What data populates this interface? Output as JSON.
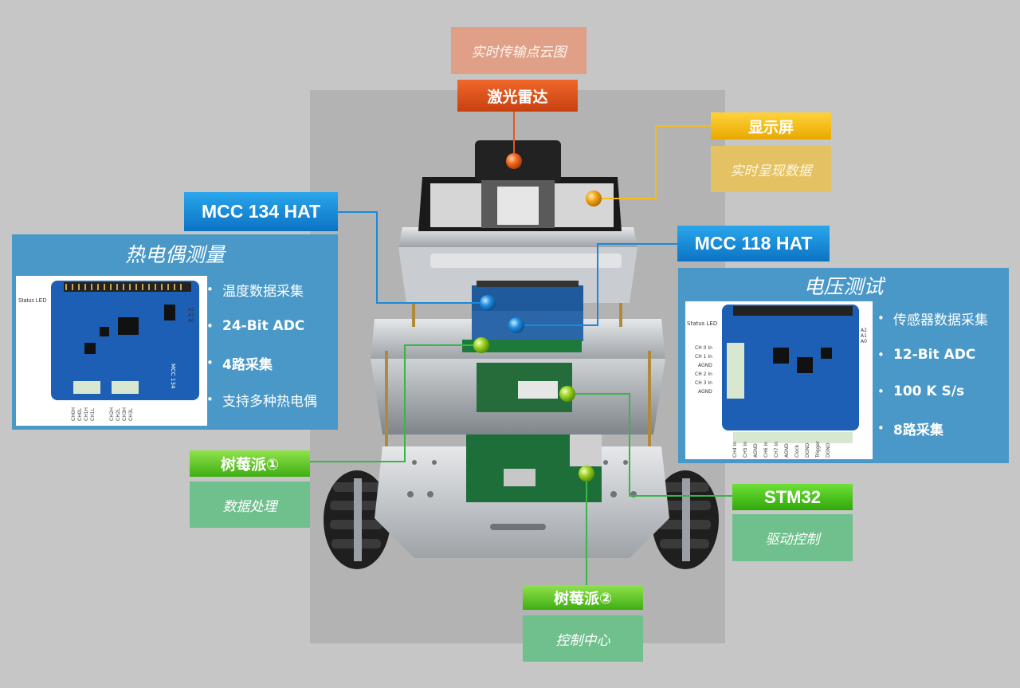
{
  "lidar": {
    "title": "激光雷达",
    "desc": "实时传输点云图"
  },
  "display": {
    "title": "显示屏",
    "desc": "实时呈现数据"
  },
  "mcc134": {
    "title": "MCC 134 HAT",
    "panel_title": "热电偶测量",
    "features": [
      "温度数据采集",
      "24-Bit ADC",
      "4路采集",
      "支持多种热电偶"
    ],
    "board": {
      "status_led": "Status LED",
      "model": "MCC 134",
      "channels": [
        "CH0H",
        "CH0L",
        "CH1H",
        "CH1L",
        "CH2H",
        "CH2L",
        "CH3H",
        "CH3L"
      ],
      "pins": [
        "A2",
        "A1",
        "A0"
      ]
    }
  },
  "mcc118": {
    "title": "MCC 118 HAT",
    "panel_title": "电压测试",
    "features": [
      "传感器数据采集",
      "12-Bit ADC",
      "100 K S/s",
      "8路采集"
    ],
    "board": {
      "status_led": "Status LED",
      "left_pins": [
        "CH 0 In",
        "CH 1 In",
        "AGND",
        "CH 2 In",
        "CH 3 In",
        "AGND"
      ],
      "bottom_pins": [
        "CH4 In",
        "CH5 In",
        "AGND",
        "CH6 In",
        "CH7 In",
        "AGND",
        "Clock",
        "DGND",
        "Trigger",
        "DGND"
      ],
      "pins": [
        "A2",
        "A1",
        "A0"
      ]
    }
  },
  "pi1": {
    "title": "树莓派①",
    "desc": "数据处理"
  },
  "stm32": {
    "title": "STM32",
    "desc": "驱动控制"
  },
  "pi2": {
    "title": "树莓派②",
    "desc": "控制中心"
  },
  "colors": {
    "lidar": "#e8561d",
    "display": "#f5bc1a",
    "mcc": "#1a8ad8",
    "pi": "#39b54a",
    "panel": "#4a98c8",
    "board": "#1d5fb5"
  }
}
